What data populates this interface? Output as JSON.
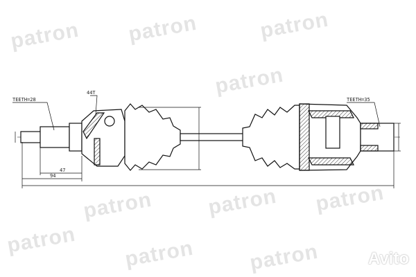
{
  "watermark": {
    "text": "patron",
    "color": "#e4e4e4"
  },
  "labels": {
    "teeth_left": "TEETH=28",
    "abs_ring": "44T",
    "teeth_right": "TEETH=35",
    "dim_47": "47",
    "dim_94": "94"
  },
  "logo": {
    "text": "Avito"
  }
}
